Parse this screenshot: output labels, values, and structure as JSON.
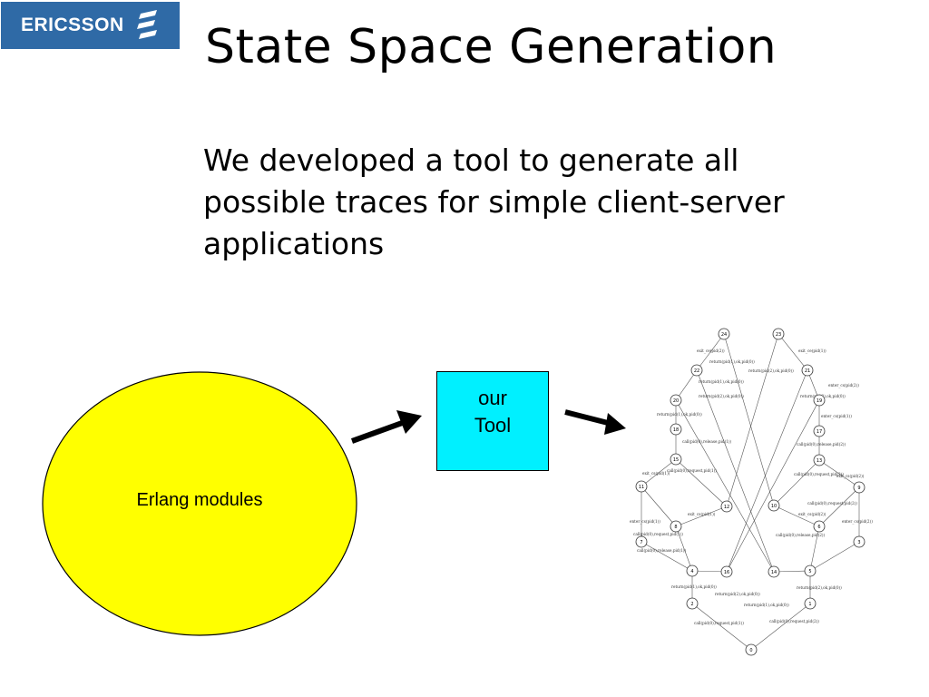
{
  "logo": {
    "text": "ERICSSON"
  },
  "title": "State Space Generation",
  "body": "We developed a tool to generate all possible traces for simple client-server applications",
  "ellipse": {
    "label": "Erlang modules",
    "fill": "#ffff00"
  },
  "tool_box": {
    "line1": "our",
    "line2": "Tool",
    "fill": "#00f0ff"
  },
  "graph": {
    "nodes": [
      "24",
      "23",
      "22",
      "21",
      "20",
      "19",
      "18",
      "17",
      "15",
      "13",
      "11",
      "9",
      "12",
      "10",
      "8",
      "6",
      "7",
      "3",
      "4",
      "16",
      "14",
      "5",
      "2",
      "1",
      "0"
    ],
    "edge_labels": [
      "exit_ce(pid(2))",
      "return(pid(1),ok,pid(0))",
      "exit_ce(pid(1))",
      "return(pid(2),ok,pid(0))",
      "enter_cs(pid(2))",
      "return(pid(1),ok,pid(0))",
      "enter_cs(pid(1))",
      "return(pid(2),ok,pid(0))",
      "return(pid(2),ok,pid(0))",
      "return(pid(1),ok,pid(0))",
      "call(pid(0),release,pid(1))",
      "call(pid(0),release,pid(2))",
      "call(pid(0),request,pid(1))",
      "call(pid(0),request,pid(2))",
      "exit_cs(pid(1))",
      "exit_cs(pid(2))",
      "call(pid(0),request,pid(2))",
      "enter_cs(pid(1))",
      "exit_cs(pid(1))",
      "exit_cs(pid(2))",
      "enter_cs(pid(2))",
      "call(pid(0),request,pid(1))",
      "call(pid(0),release,pid(1))",
      "call(pid(0),release,pid(2))",
      "return(pid(1),ok,pid(0))",
      "return(pid(2),ok,pid(0))",
      "return(pid(2),ok,pid(0))",
      "return(pid(1),ok,pid(0))",
      "call(pid(0),request,pid(1))",
      "call(pid(0),request,pid(2))"
    ]
  }
}
